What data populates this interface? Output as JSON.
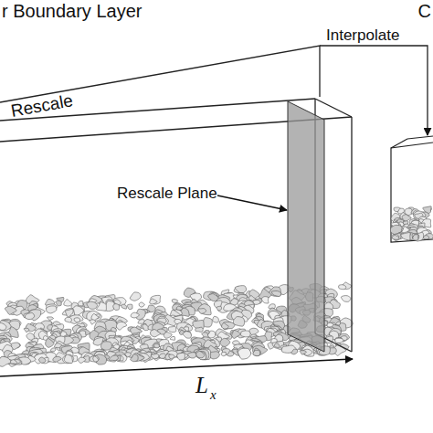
{
  "diagram": {
    "title": "r Boundary Layer",
    "labels": [
      "Rescale",
      "Interpolate",
      "Rescale Plane",
      "L",
      "x",
      "C"
    ]
  }
}
